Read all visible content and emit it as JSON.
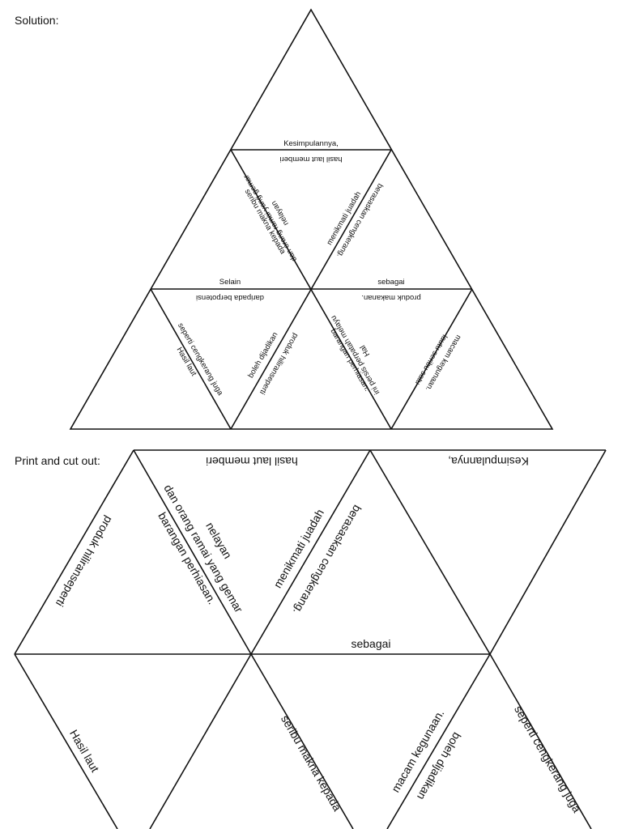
{
  "headings": {
    "solution": "Solution:",
    "print": "Print and cut out:"
  },
  "solution_labels": {
    "kesimpulannya": "Kesimpulannya,",
    "hasil_laut_memberi": "hasil laut memberi",
    "dan_orang": "dan orang ramai yang gemar",
    "nelayan": "nelayan",
    "seribu_makna": "seribu makna kepada",
    "menikmati": "menikmati juadah",
    "berasaskan": "berasaskan cengkerang.",
    "selain": "Selain",
    "daripada": "daripada berpotensi",
    "sebagai": "sebagai",
    "produk_makanan": "produk makanan.",
    "seperti": "seperti cengkerang juga",
    "hasil_laut": "Hasil laut",
    "boleh": "boleh dijadikan",
    "produk_hiliran": "produk hiliranseperti",
    "ini_persis": "ini persis perpatah melayu",
    "hal": "Hal",
    "barangan": "barangan perhiasan.",
    "macam": "macam kegunaan.",
    "lautu": "lautu seribu satu"
  },
  "print_labels": {
    "hasil_laut_memberi": "hasil laut memberi",
    "kesimpulannya": "Kesimpulannya,",
    "produk_hiliran": "produk hiliranseperti",
    "dan_orang": "dan orang ramai yang gemar",
    "nelayan": "nelayan",
    "barangan": "barangan perhiasan.",
    "berasaskan": "berasaskan cengkerang.",
    "menikmati": "menikmati juadah",
    "sebagai": "sebagai",
    "hasil_laut": "Hasil laut",
    "seribu_makna": "seribu makna kepada",
    "macam": "macam kegunaan.",
    "boleh": "boleh dijadikan",
    "seperti": "seperti cengkerang juga"
  }
}
